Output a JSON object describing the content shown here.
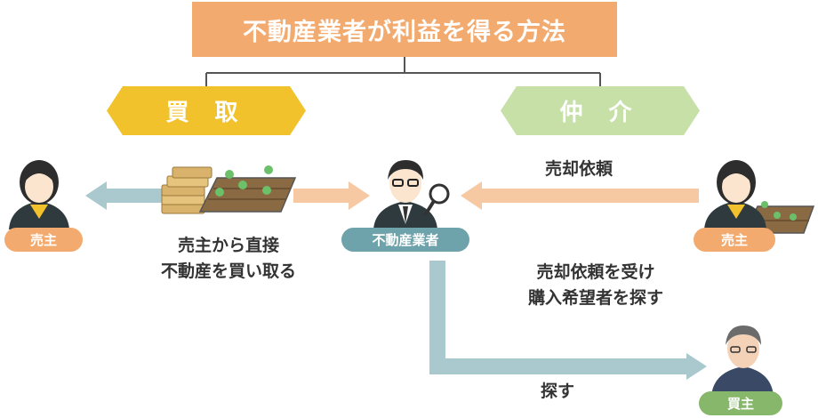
{
  "title": "不動産業者が利益を得る方法",
  "banners": {
    "buy": "買 取",
    "mediation": "仲 介"
  },
  "people": {
    "seller_left": "売主",
    "agent": "不動産業者",
    "seller_right": "売主",
    "buyer": "買主"
  },
  "labels": {
    "buy_line1": "売主から直接",
    "buy_line2": "不動産を買い取る",
    "sale_request": "売却依頼",
    "mediation_line1": "売却依頼を受け",
    "mediation_line2": "購入希望者を探す",
    "search": "探す"
  },
  "colors": {
    "title_bg": "#f3aa6e",
    "buy_banner": "#f2c22c",
    "mediation_banner": "#c6e0a8",
    "pale_arrow_blue": "#a9c9cf",
    "pale_arrow_orange": "#f7c9a2",
    "agent_pill": "#6fa3ac",
    "seller_pill": "#f3aa6e",
    "buyer_pill": "#87b76a"
  },
  "icons": [
    "money-stack-icon",
    "farmland-icon",
    "magnifier-icon",
    "person-icon"
  ]
}
